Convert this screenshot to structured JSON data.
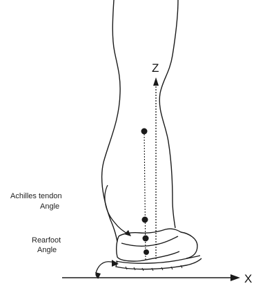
{
  "axes": {
    "z_label": "Z",
    "x_label": "X"
  },
  "annotations": {
    "achilles_line1": "Achilles tendon",
    "achilles_line2": "Angle",
    "rearfoot_line1": "Rearfoot",
    "rearfoot_line2": "Angle"
  },
  "colors": {
    "ink": "#1a1a1a",
    "background": "#ffffff"
  }
}
